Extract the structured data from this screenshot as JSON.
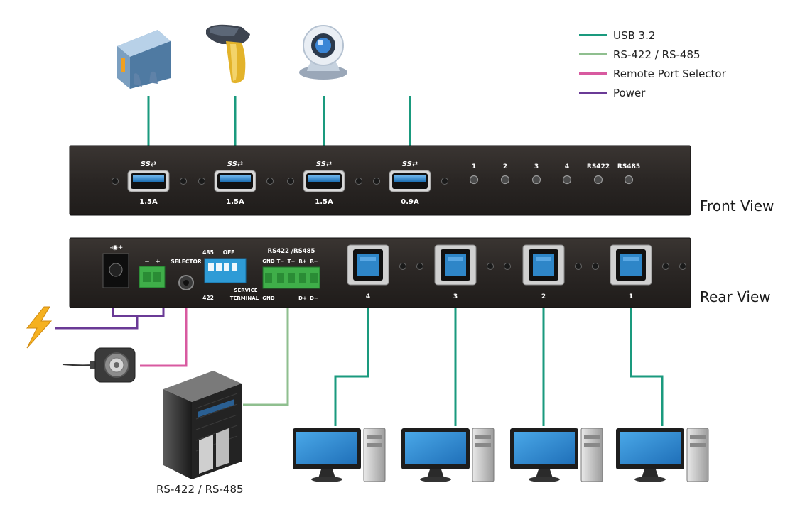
{
  "legend": [
    {
      "label": "USB 3.2",
      "color": "#1a9a7e"
    },
    {
      "label": "RS-422 / RS-485",
      "color": "#8fbf8f"
    },
    {
      "label": "Remote Port Selector",
      "color": "#d85aa0"
    },
    {
      "label": "Power",
      "color": "#6a3a96"
    }
  ],
  "views": {
    "front": "Front View",
    "rear": "Rear View"
  },
  "front_panel": {
    "usb_symbol": "SS⇄",
    "ports": [
      {
        "current": "1.5A",
        "device": "external-drive-icon"
      },
      {
        "current": "1.5A",
        "device": "barcode-scanner-icon"
      },
      {
        "current": "1.5A",
        "device": "webcam-icon"
      },
      {
        "current": "0.9A",
        "device": ""
      }
    ],
    "leds": [
      "1",
      "2",
      "3",
      "4",
      "RS422",
      "RS485"
    ]
  },
  "rear_panel": {
    "dc_label": "-◉+",
    "power_terminal": {
      "minus": "−",
      "plus": "+"
    },
    "selector": "SELECTOR",
    "dip": {
      "top_left": "485",
      "top_right": "OFF",
      "bottom_left": "422",
      "service": "SERVICE",
      "terminal": "TERMINAL"
    },
    "rs_header": "RS422 /RS485",
    "rs_pins_top": [
      "GND",
      "T−",
      "T+",
      "R+",
      "R−"
    ],
    "rs_pins_bottom": [
      "GND",
      "D+",
      "D−"
    ],
    "usb_b_ports": [
      "4",
      "3",
      "2",
      "1"
    ]
  },
  "caption": "RS-422 / RS-485",
  "colors": {
    "panel": "#2a2624",
    "usb": "#1a9a7e",
    "rs": "#8fbf8f",
    "selector": "#d85aa0",
    "power": "#6a3a96",
    "terminal": "#3fae49",
    "port_blue": "#2e86c8",
    "bolt": "#f5b120"
  }
}
